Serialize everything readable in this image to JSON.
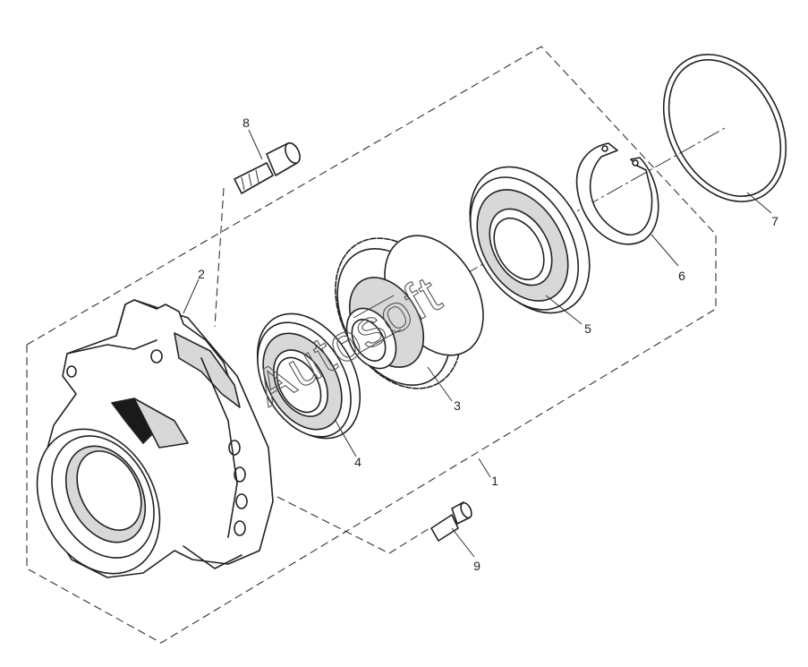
{
  "diagram": {
    "callouts": [
      "1",
      "2",
      "3",
      "4",
      "5",
      "6",
      "7",
      "8",
      "9"
    ],
    "watermark": "Autosoft"
  }
}
